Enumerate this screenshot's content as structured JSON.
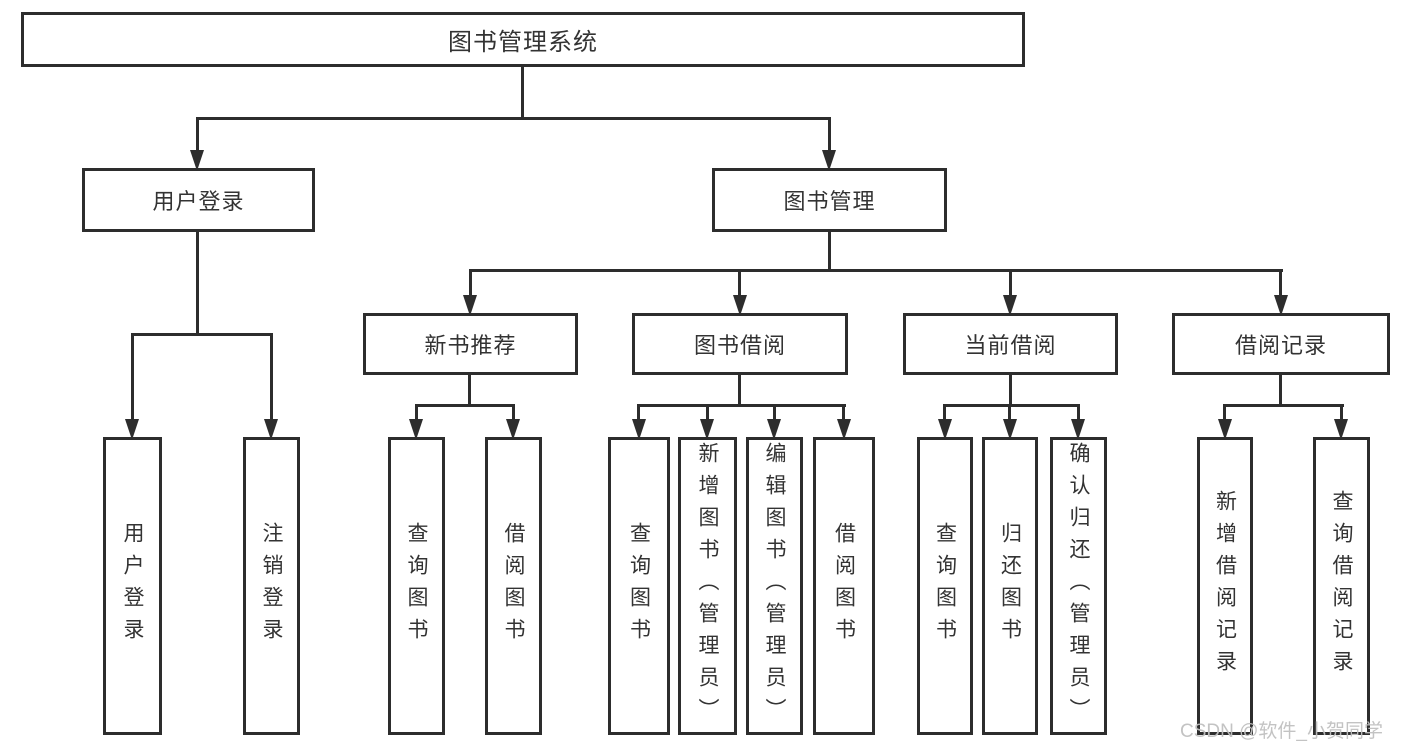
{
  "diagram": {
    "type": "hierarchy-flowchart",
    "root": {
      "label": "图书管理系统"
    },
    "level2": [
      {
        "label": "用户登录"
      },
      {
        "label": "图书管理"
      }
    ],
    "level3": [
      {
        "label": "新书推荐",
        "parent": "图书管理"
      },
      {
        "label": "图书借阅",
        "parent": "图书管理"
      },
      {
        "label": "当前借阅",
        "parent": "图书管理"
      },
      {
        "label": "借阅记录",
        "parent": "图书管理"
      }
    ],
    "leaves": [
      {
        "label": "用户登录",
        "parent": "用户登录"
      },
      {
        "label": "注销登录",
        "parent": "用户登录"
      },
      {
        "label": "查询图书",
        "parent": "新书推荐"
      },
      {
        "label": "借阅图书",
        "parent": "新书推荐"
      },
      {
        "label": "查询图书",
        "parent": "图书借阅"
      },
      {
        "label": "新增图书（管理员）",
        "parent": "图书借阅"
      },
      {
        "label": "编辑图书（管理员）",
        "parent": "图书借阅"
      },
      {
        "label": "借阅图书",
        "parent": "图书借阅"
      },
      {
        "label": "查询图书",
        "parent": "当前借阅"
      },
      {
        "label": "归还图书",
        "parent": "当前借阅"
      },
      {
        "label": "确认归还（管理员）",
        "parent": "当前借阅"
      },
      {
        "label": "新增借阅记录",
        "parent": "借阅记录"
      },
      {
        "label": "查询借阅记录",
        "parent": "借阅记录"
      }
    ],
    "watermark": "CSDN @软件_小贺同学",
    "colors": {
      "line": "#2d2d2d",
      "text": "#333333",
      "watermark": "#c0c0c0",
      "background": "#ffffff"
    }
  }
}
